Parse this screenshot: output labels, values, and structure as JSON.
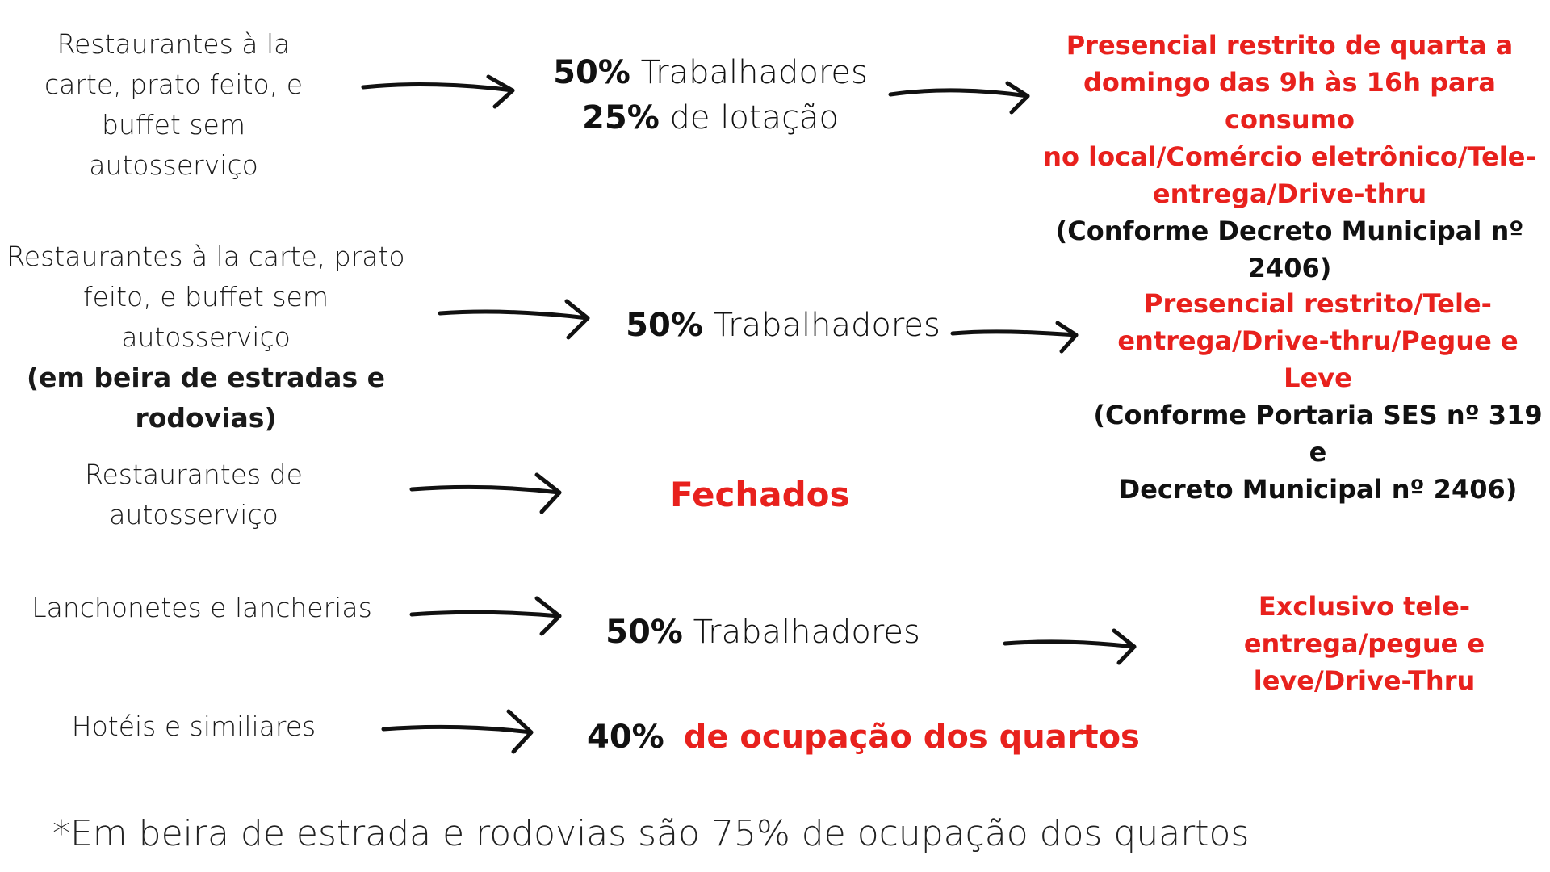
{
  "rows": [
    {
      "category": [
        "Restaurantes à la",
        "carte, prato feito, e",
        "buffet sem",
        "autosserviço"
      ],
      "mid": [
        {
          "bold": "50%",
          "text": " Trabalhadores"
        },
        {
          "bold": "25%",
          "text": " de lotação"
        }
      ],
      "right_red": [
        "Presencial restrito de quarta a",
        "domingo das 9h às 16h para consumo",
        "no local/Comércio eletrônico/Tele-",
        "entrega/Drive-thru"
      ],
      "right_black": [
        "(Conforme Decreto Municipal nº 2406)"
      ]
    },
    {
      "category": [
        "Restaurantes à la carte, prato",
        "feito, e buffet sem autosserviço"
      ],
      "category_bold": [
        "(em beira de estradas e",
        "rodovias)"
      ],
      "mid": [
        {
          "bold": "50%",
          "text": " Trabalhadores"
        }
      ],
      "right_red": [
        "Presencial restrito/Tele-",
        "entrega/Drive-thru/Pegue e Leve"
      ],
      "right_black": [
        "(Conforme Portaria SES nº 319 e",
        "Decreto Municipal nº 2406)"
      ]
    },
    {
      "category": [
        "Restaurantes de",
        "autosserviço"
      ],
      "mid_red": "Fechados"
    },
    {
      "category": [
        "Lanchonetes e lancherias"
      ],
      "mid": [
        {
          "bold": "50%",
          "text": " Trabalhadores"
        }
      ],
      "right_red": [
        "Exclusivo tele-",
        "entrega/pegue e",
        "leve/Drive-Thru"
      ]
    },
    {
      "category": [
        "Hotéis e similiares"
      ],
      "mid_bold": "40%",
      "mid_red": "de ocupação dos quartos"
    }
  ],
  "footnote": "*Em beira de estrada e rodovias são 75% de ocupação dos quartos",
  "colors": {
    "accent": "#e8211d",
    "text": "#111111"
  }
}
